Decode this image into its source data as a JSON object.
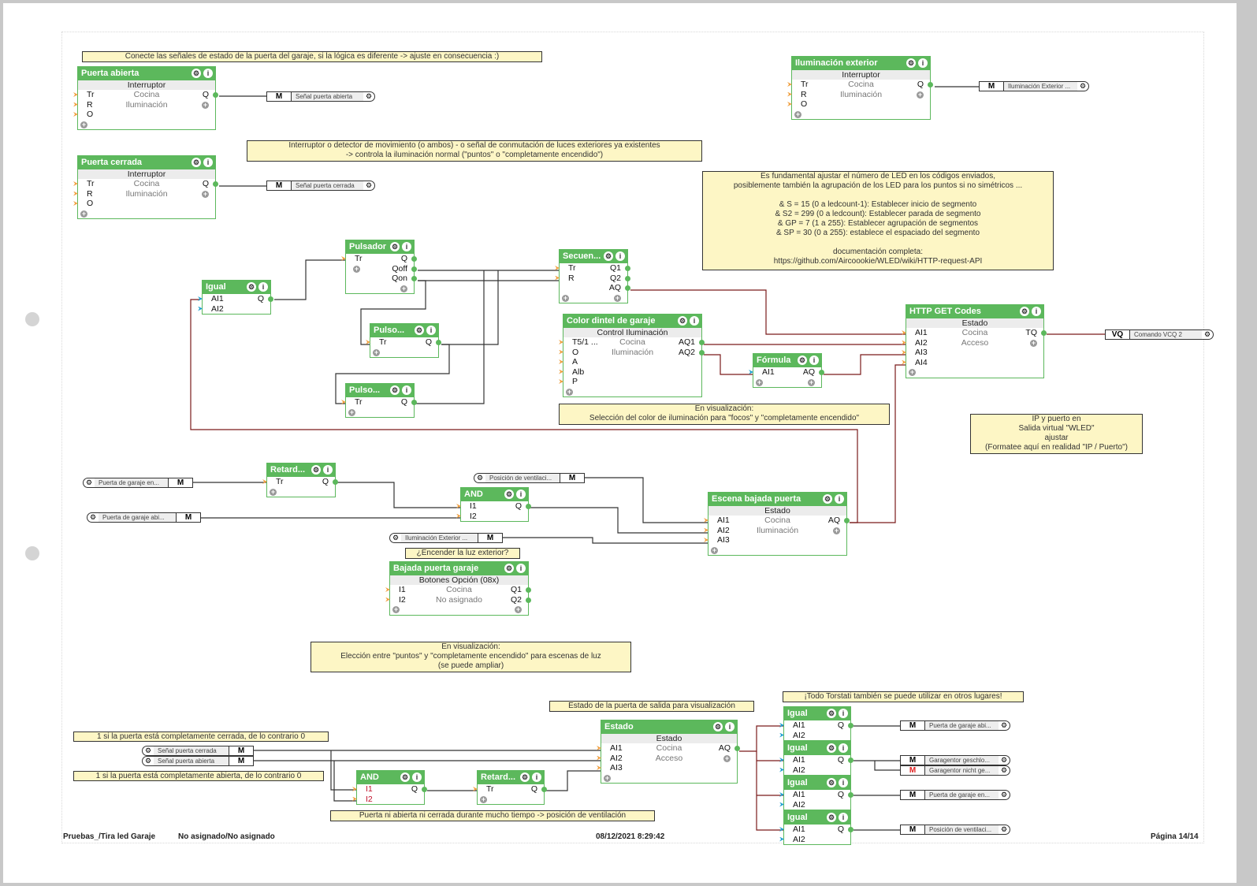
{
  "notes": {
    "n1": "Conecte las señales de estado de la puerta del garaje, si la lógica es diferente -> ajuste en consecuencia :)",
    "n2": "Interruptor o detector de movimiento (o ambos) - o señal de conmutación de luces exteriores ya existentes\n-> controla la iluminación normal (\"puntos\" o \"completamente encendido\")",
    "n3": "Es fundamental ajustar el número de LED en los códigos enviados,\nposiblemente también la agrupación de los LED para los puntos si no simétricos ...\n\n& S = 15 (0 a ledcount-1): Establecer inicio de segmento\n& S2 = 299 (0 a ledcount): Establecer parada de segmento\n& GP = 7 (1 a 255): Establecer agrupación de segmentos\n& SP = 30 (0 a 255): establece el espaciado del segmento\n\ndocumentación completa:\nhttps://github.com/Aircoookie/WLED/wiki/HTTP-request-API",
    "n4": "En visualización:\nSelección del color de iluminación para \"focos\" y \"completamente encendido\"",
    "n5": "IP y puerto en\nSalida virtual \"WLED\"\najustar\n(Formatee aquí en realidad \"IP / Puerto\")",
    "n6": "¿Encender la luz exterior?",
    "n7": "En visualización:\nElección entre \"puntos\" y \"completamente encendido\" para escenas de luz\n(se puede ampliar)",
    "n8": "Estado de la puerta de salida para visualización",
    "n9": "¡Todo Torstati también se puede utilizar en otros lugares!",
    "n10": "1 si la puerta está completamente cerrada, de lo contrario 0",
    "n11": "1 si la puerta está completamente abierta, de lo contrario 0",
    "n12": "Puerta ni abierta ni cerrada durante mucho tiempo -> posición de ventilación"
  },
  "blocks": {
    "puerta_abierta": {
      "title": "Puerta abierta",
      "sub": "Interruptor",
      "rows": [
        [
          "Tr",
          "Cocina",
          "Q"
        ],
        [
          "R",
          "Iluminación",
          ""
        ],
        [
          "O",
          "",
          ""
        ]
      ]
    },
    "puerta_cerrada": {
      "title": "Puerta cerrada",
      "sub": "Interruptor",
      "rows": [
        [
          "Tr",
          "Cocina",
          "Q"
        ],
        [
          "R",
          "Iluminación",
          ""
        ],
        [
          "O",
          "",
          ""
        ]
      ]
    },
    "ilum_ext": {
      "title": "Iluminación exterior",
      "sub": "Interruptor",
      "rows": [
        [
          "Tr",
          "Cocina",
          "Q"
        ],
        [
          "R",
          "Iluminación",
          ""
        ],
        [
          "O",
          "",
          ""
        ]
      ]
    },
    "igual_top": {
      "title": "Igual",
      "rows": [
        [
          "AI1",
          "",
          "Q"
        ],
        [
          "AI2",
          "",
          ""
        ]
      ]
    },
    "pulsador": {
      "title": "Pulsador",
      "rows": [
        [
          "Tr",
          "",
          "Q"
        ],
        [
          "",
          "",
          "Qoff"
        ],
        [
          "",
          "",
          "Qon"
        ]
      ]
    },
    "pulso1": {
      "title": "Pulso...",
      "rows": [
        [
          "Tr",
          "",
          "Q"
        ]
      ]
    },
    "pulso2": {
      "title": "Pulso...",
      "rows": [
        [
          "Tr",
          "",
          "Q"
        ]
      ]
    },
    "secuen": {
      "title": "Secuen...",
      "rows": [
        [
          "Tr",
          "",
          "Q1"
        ],
        [
          "R",
          "",
          "Q2"
        ],
        [
          "",
          "",
          "AQ"
        ]
      ]
    },
    "color": {
      "title": "Color dintel de garaje",
      "sub": "Control Iluminación",
      "rows": [
        [
          "T5/1 ...",
          "Cocina",
          "AQ1"
        ],
        [
          "O",
          "Iluminación",
          "AQ2"
        ],
        [
          "A",
          "",
          ""
        ],
        [
          "Alb",
          "",
          ""
        ],
        [
          "P",
          "",
          ""
        ]
      ]
    },
    "formula": {
      "title": "Fórmula",
      "rows": [
        [
          "AI1",
          "",
          "AQ"
        ]
      ]
    },
    "http": {
      "title": "HTTP GET Codes",
      "sub": "Estado",
      "rows": [
        [
          "AI1",
          "Cocina",
          "TQ"
        ],
        [
          "AI2",
          "Acceso",
          ""
        ],
        [
          "AI3",
          "",
          ""
        ],
        [
          "AI4",
          "",
          ""
        ]
      ]
    },
    "retard1": {
      "title": "Retard...",
      "rows": [
        [
          "Tr",
          "",
          "Q"
        ]
      ]
    },
    "and1": {
      "title": "AND",
      "rows": [
        [
          "I1",
          "",
          "Q"
        ],
        [
          "I2",
          "",
          ""
        ]
      ]
    },
    "escena": {
      "title": "Escena bajada puerta",
      "sub": "Estado",
      "rows": [
        [
          "AI1",
          "Cocina",
          "AQ"
        ],
        [
          "AI2",
          "Iluminación",
          ""
        ],
        [
          "AI3",
          "",
          ""
        ]
      ]
    },
    "bajada": {
      "title": "Bajada puerta garaje",
      "sub": "Botones Opción (08x)",
      "rows": [
        [
          "I1",
          "Cocina",
          "Q1"
        ],
        [
          "I2",
          "No asignado",
          "Q2"
        ]
      ]
    },
    "and2": {
      "title": "AND",
      "rows": [
        [
          "I1",
          "",
          "Q"
        ],
        [
          "I2",
          "",
          ""
        ]
      ]
    },
    "retard2": {
      "title": "Retard...",
      "rows": [
        [
          "Tr",
          "",
          "Q"
        ]
      ]
    },
    "estado": {
      "title": "Estado",
      "sub": "Estado",
      "rows": [
        [
          "AI1",
          "Cocina",
          "AQ"
        ],
        [
          "AI2",
          "Acceso",
          ""
        ],
        [
          "AI3",
          "",
          ""
        ]
      ]
    },
    "igual1": {
      "title": "Igual",
      "rows": [
        [
          "AI1",
          "",
          "Q"
        ],
        [
          "AI2",
          "",
          ""
        ]
      ]
    },
    "igual2": {
      "title": "Igual",
      "rows": [
        [
          "AI1",
          "",
          "Q"
        ],
        [
          "AI2",
          "",
          ""
        ]
      ]
    },
    "igual3": {
      "title": "Igual",
      "rows": [
        [
          "AI1",
          "",
          "Q"
        ],
        [
          "AI2",
          "",
          ""
        ]
      ]
    },
    "igual4": {
      "title": "Igual",
      "rows": [
        [
          "AI1",
          "",
          "Q"
        ],
        [
          "AI2",
          "",
          ""
        ]
      ]
    }
  },
  "refs": {
    "r_abierta": {
      "mark": "M",
      "name": "Señal puerta abierta"
    },
    "r_cerrada": {
      "mark": "M",
      "name": "Señal puerta cerrada"
    },
    "r_ilum": {
      "mark": "M",
      "name": "Iluminación Exterior ..."
    },
    "r_vq": {
      "mark": "VQ",
      "name": "Comando VCQ 2"
    },
    "l_pge": {
      "mark": "M",
      "name": "Puerta de garaje en..."
    },
    "l_pga": {
      "mark": "M",
      "name": "Puerta de garaje abi..."
    },
    "l_vent": {
      "mark": "M",
      "name": "Posición de ventilaci..."
    },
    "l_ilum": {
      "mark": "M",
      "name": "Iluminación Exterior ..."
    },
    "l_cerr": {
      "mark": "M",
      "name": "Señal puerta cerrada"
    },
    "l_abie": {
      "mark": "M",
      "name": "Señal puerta abierta"
    },
    "o1": {
      "mark": "M",
      "name": "Puerta de garaje abi..."
    },
    "o2": {
      "mark": "M",
      "name": "Garagentor geschlo..."
    },
    "o3": {
      "mark": "M",
      "name": "Garagentor nicht ge..."
    },
    "o4": {
      "mark": "M",
      "name": "Puerta de garaje en..."
    },
    "o5": {
      "mark": "M",
      "name": "Posición de ventilaci..."
    }
  },
  "footer": {
    "project": "Pruebas_/Tira led Garaje",
    "assignment": "No asignado/No asignado",
    "datetime": "08/12/2021 8:29:42",
    "page": "Página 14/14"
  },
  "colors": {
    "block_header": "#5cb85c",
    "note_bg": "#fdf6c5",
    "wire_dark": "#333333",
    "wire_analog": "#7a1a1a"
  }
}
